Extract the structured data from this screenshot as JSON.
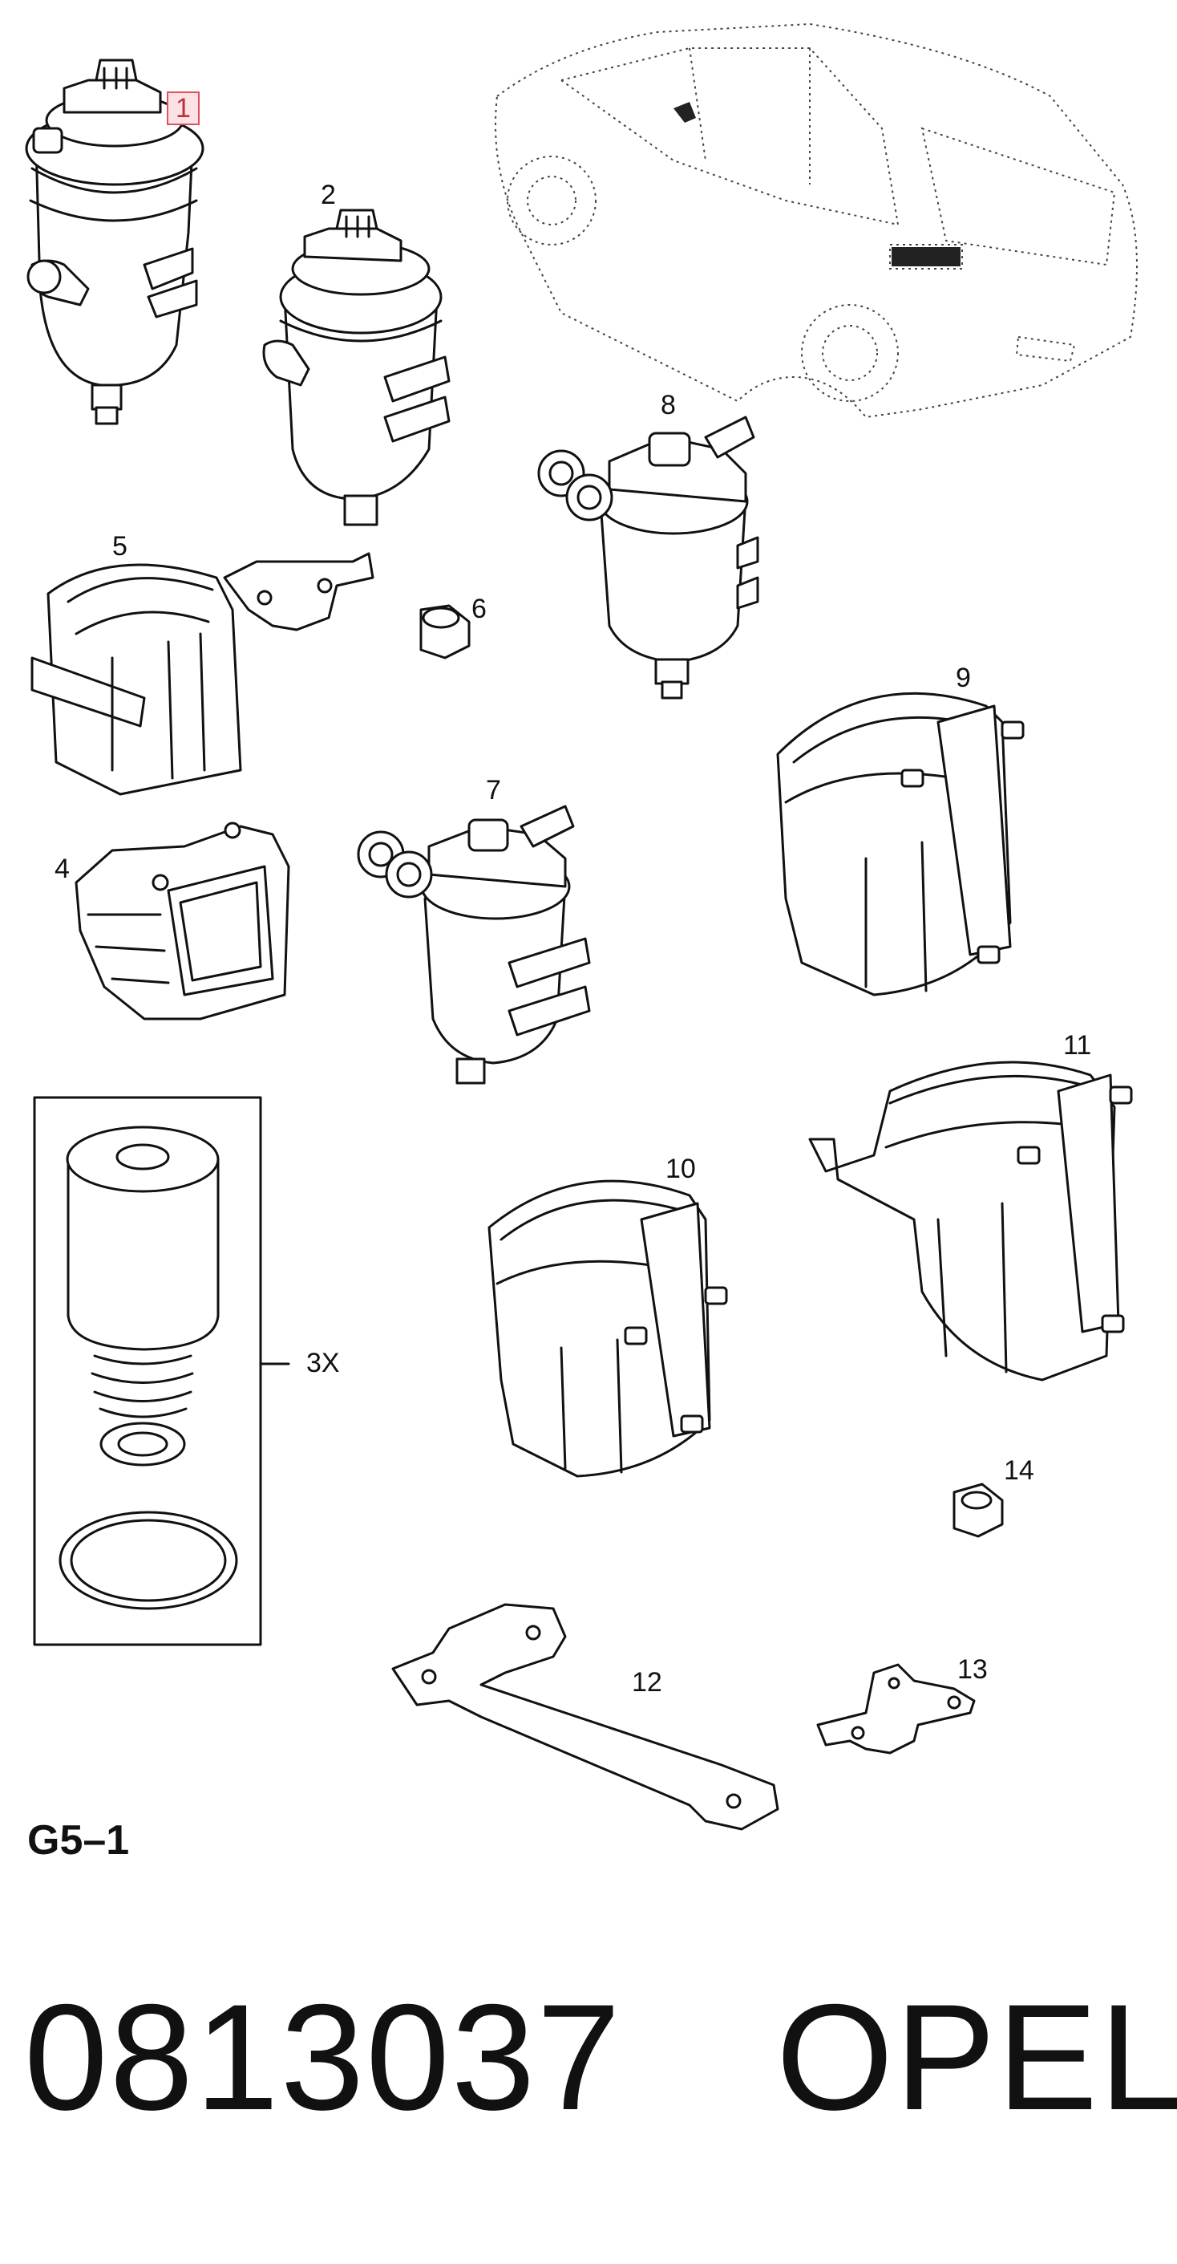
{
  "diagram": {
    "callouts": [
      {
        "id": "1",
        "label": "1",
        "highlighted": true
      },
      {
        "id": "2",
        "label": "2"
      },
      {
        "id": "3",
        "label": "3X"
      },
      {
        "id": "4",
        "label": "4"
      },
      {
        "id": "5",
        "label": "5"
      },
      {
        "id": "6",
        "label": "6"
      },
      {
        "id": "7",
        "label": "7"
      },
      {
        "id": "8",
        "label": "8"
      },
      {
        "id": "9",
        "label": "9"
      },
      {
        "id": "10",
        "label": "10"
      },
      {
        "id": "11",
        "label": "11"
      },
      {
        "id": "12",
        "label": "12"
      },
      {
        "id": "13",
        "label": "13"
      },
      {
        "id": "14",
        "label": "14"
      }
    ],
    "sheet_id": "G5–1",
    "part_number": "0813037",
    "brand": "OPEL",
    "colors": {
      "ink": "#111111",
      "highlight_border": "#e0525a",
      "highlight_fill": "#fbe3e5"
    }
  }
}
